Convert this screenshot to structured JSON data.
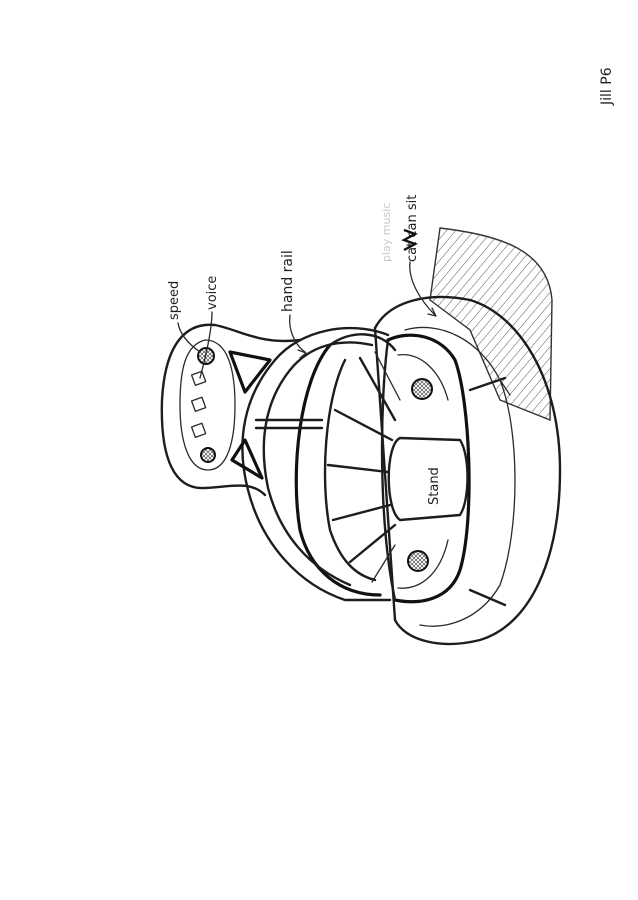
{
  "page": {
    "author_label": "Jill P6"
  },
  "labels": {
    "speed": "speed",
    "voice": "voice",
    "hand_rail": "hand rail",
    "play_music": "play music",
    "cat_can_sit": "cat can sit",
    "stand": "Stand"
  },
  "colors": {
    "ink": "#1d1d1d",
    "paper": "#ffffff",
    "faint_pencil": "#c8c8c8"
  }
}
